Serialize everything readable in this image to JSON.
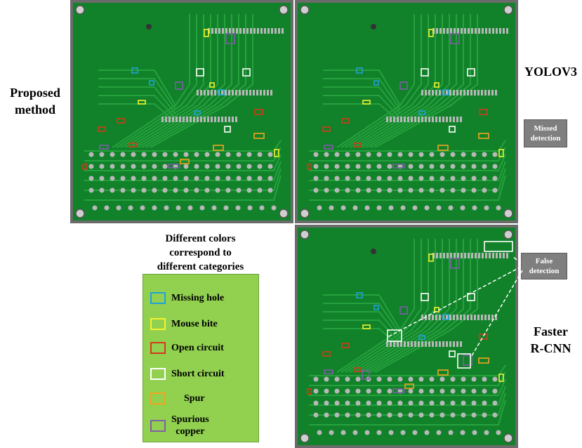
{
  "labels": {
    "proposed": "Proposed\nmethod",
    "yolov3": "YOLOV3",
    "faster": "Faster\nR-CNN",
    "missed": "Missed\ndetection",
    "false": "False\ndetection"
  },
  "legend": {
    "title": "Different colors\ncorrespond to\ndifferent categories",
    "items": [
      {
        "label": "Missing hole",
        "color": "#1fa3d6"
      },
      {
        "label": "Mouse bite",
        "color": "#f4f32a"
      },
      {
        "label": "Open circuit",
        "color": "#d23a1a"
      },
      {
        "label": "Short circuit",
        "color": "#ffffff"
      },
      {
        "label": "Spur",
        "color": "#f2a41d"
      },
      {
        "label": "Spurious\ncopper",
        "color": "#7f5ea8"
      }
    ]
  },
  "colors": {
    "pcb": "#11822a",
    "pcb_edge": "#6b6b6b",
    "trace": "#27a13e",
    "pad": "#b8b8b8"
  }
}
